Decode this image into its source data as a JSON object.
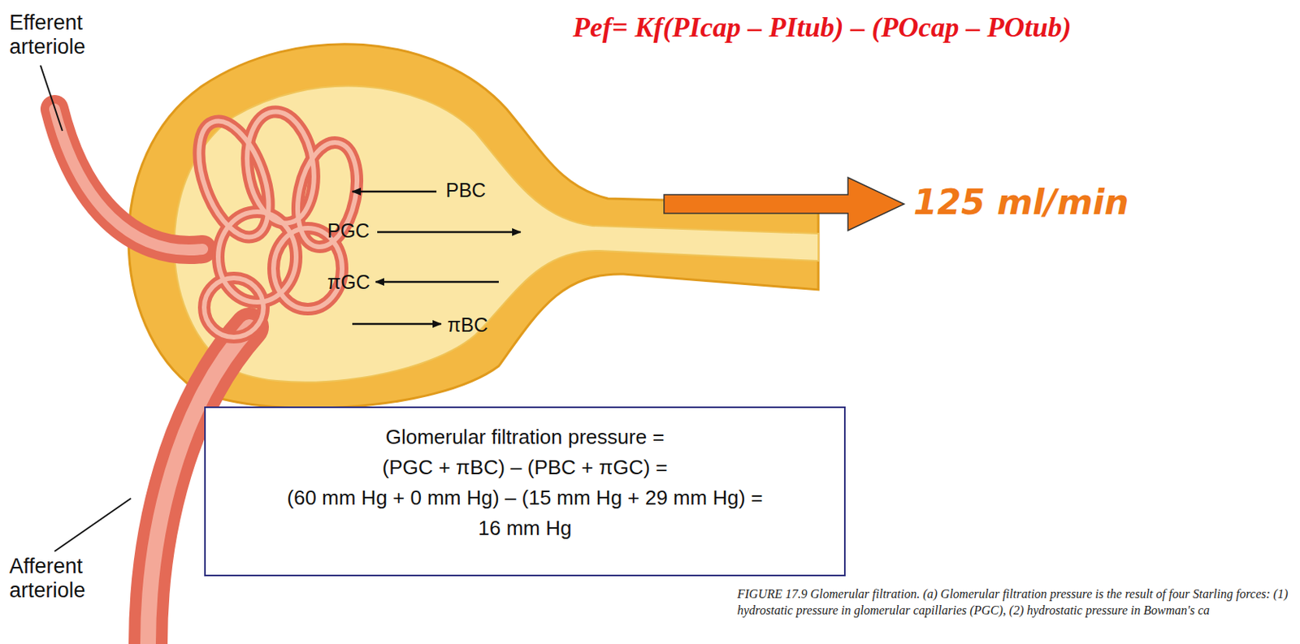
{
  "diagram": {
    "caption": "FIGURE 17.9 Glomerular filtration. (a) Glomerular filtration pressure is the result of four Starling forces: (1) hydrostatic pressure in glomerular capillaries (PGC), (2) hydrostatic pressure in Bowman's ca",
    "nodes": [
      {
        "text": [
          "Glomerular filtration pressure =",
          "(PGC + πBC) – (PBC + πGC) =",
          "(60 mm Hg + 0 mm Hg) – (15 mm Hg + 29 mm Hg) =",
          "16 mm Hg"
        ]
      }
    ],
    "labels": [
      "Pef= Kf(PIcap – PItub) – (POcap – POtub)",
      "Efferent arteriole",
      "PBC",
      "PGC",
      "πGC",
      "πBC",
      "125 ml/min",
      "Afferent arteriole"
    ]
  }
}
